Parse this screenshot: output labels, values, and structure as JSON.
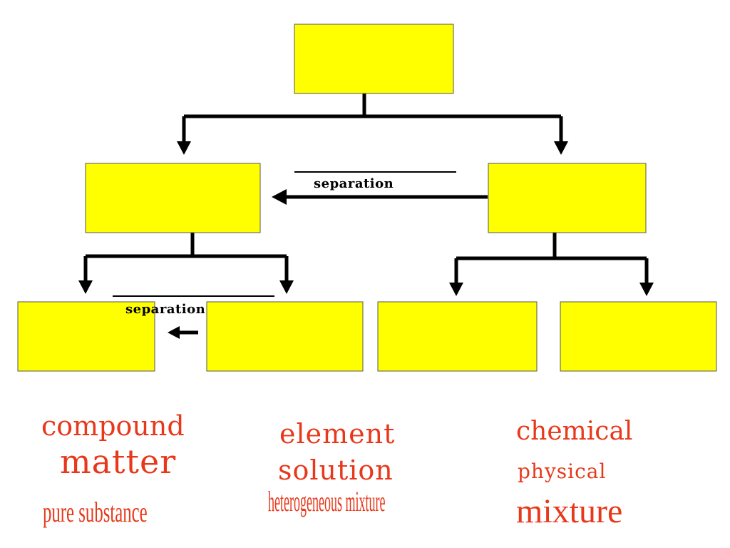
{
  "separation_labels": {
    "middle": "separation",
    "lower": "separation"
  },
  "word_bank": {
    "compound": "compound",
    "matter": "matter",
    "pure_substance": "pure substance",
    "element": "element",
    "solution": "solution",
    "heterogeneous_mixture": "heterogeneous mixture",
    "chemical": "chemical",
    "physical": "physical",
    "mixture": "mixture"
  },
  "colors": {
    "box_fill": "#ffff00",
    "word_color": "#e8381b",
    "connector": "#000000"
  }
}
